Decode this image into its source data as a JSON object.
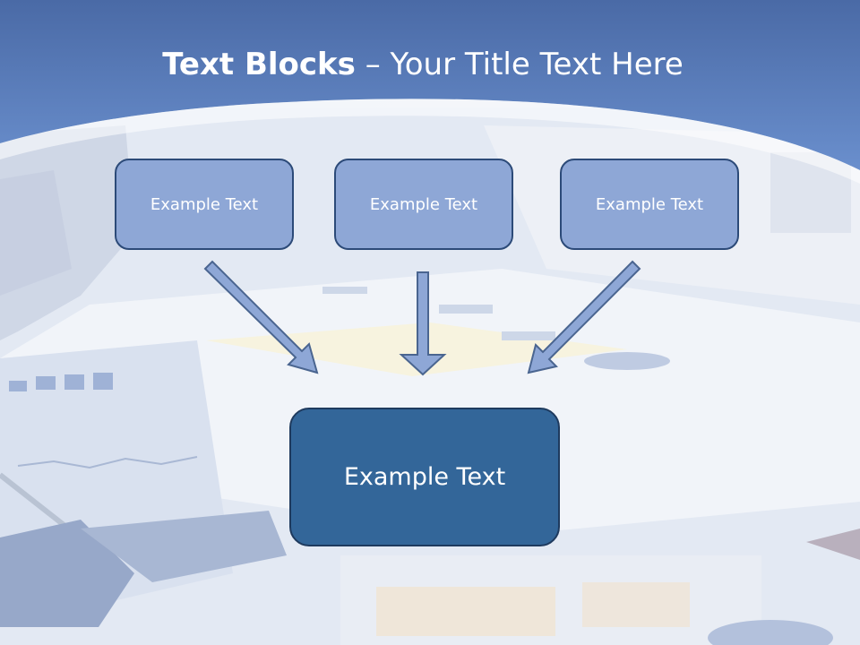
{
  "slide": {
    "title_bold": "Text Blocks",
    "title_rest": " – Your Title Text Here",
    "blocks": [
      {
        "label": "Example Text"
      },
      {
        "label": "Example Text"
      },
      {
        "label": "Example Text"
      }
    ],
    "main_block": {
      "label": "Example Text"
    }
  },
  "colors": {
    "header_blue": "#5a7fc0",
    "block_fill": "#8ea7d6",
    "block_border": "#2c4a78",
    "main_fill": "#336699",
    "arrow_fill": "#8ea7d6"
  }
}
